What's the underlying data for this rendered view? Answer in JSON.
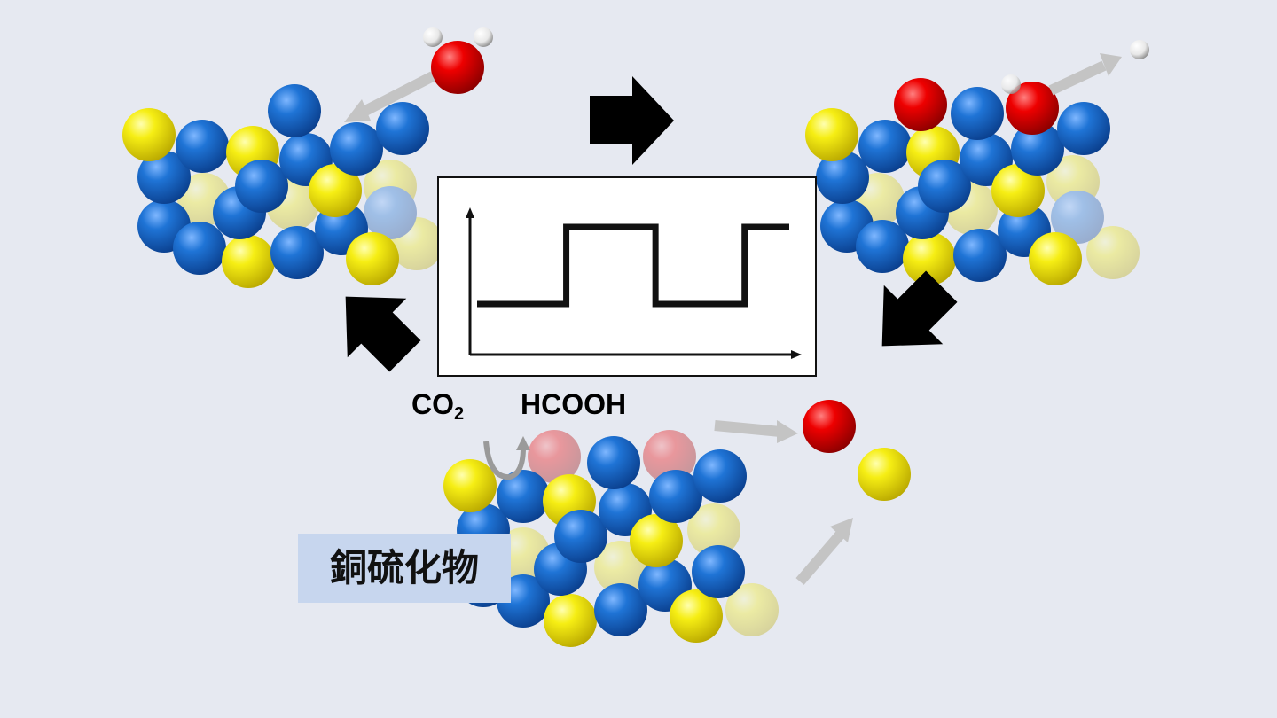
{
  "labels": {
    "co2_main": "CO",
    "co2_sub": "2",
    "hcooh": "HCOOH",
    "compound": "銅硫化物"
  },
  "colors": {
    "background": "#e6e9f1",
    "copper_atom": "#1e6fd0",
    "sulfur_atom": "#f2ea10",
    "oxygen_atom": "#e00000",
    "hydrogen_atom": "#ffffff",
    "arrow_primary": "#000000",
    "arrow_secondary": "#c4c4c4",
    "label_box": "#c7d6ee"
  },
  "chart_data": {
    "type": "line",
    "description_of_shape": "square-wave",
    "series": [
      {
        "values": [
          0,
          0,
          1,
          1,
          0,
          0,
          1,
          1
        ]
      }
    ],
    "xlabel": "",
    "ylabel": ""
  }
}
